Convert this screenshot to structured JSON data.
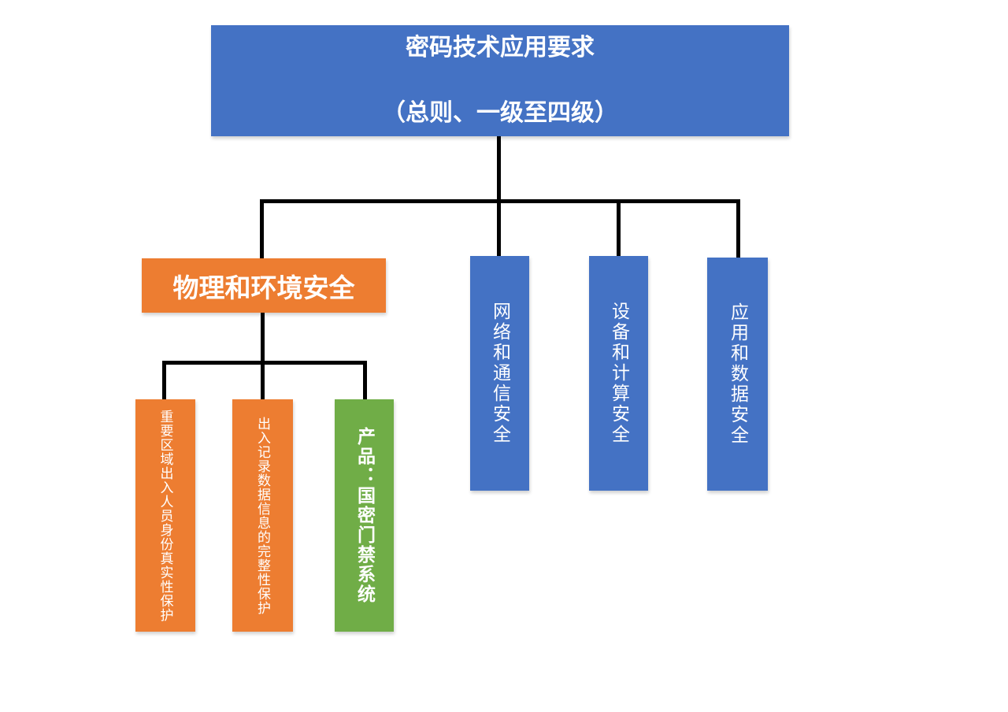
{
  "diagram": {
    "root": {
      "line1": "密码技术应用要求",
      "line2": "（总则、一级至四级）"
    },
    "branches": [
      {
        "label": "物理和环境安全",
        "children": [
          {
            "label": "重要区域出入人员身份真实性保护",
            "type": "requirement"
          },
          {
            "label": "出入记录数据信息的完整性保护",
            "type": "requirement"
          },
          {
            "label": "产品：国密门禁系统",
            "type": "product"
          }
        ]
      },
      {
        "label": "网络和通信安全",
        "children": []
      },
      {
        "label": "设备和计算安全",
        "children": []
      },
      {
        "label": "应用和数据安全",
        "children": []
      }
    ],
    "colors": {
      "primary_blue": "#4472C4",
      "accent_orange": "#ED7D31",
      "accent_green": "#70AD47",
      "connector_black": "#000000",
      "text_white": "#FFFFFF"
    }
  }
}
